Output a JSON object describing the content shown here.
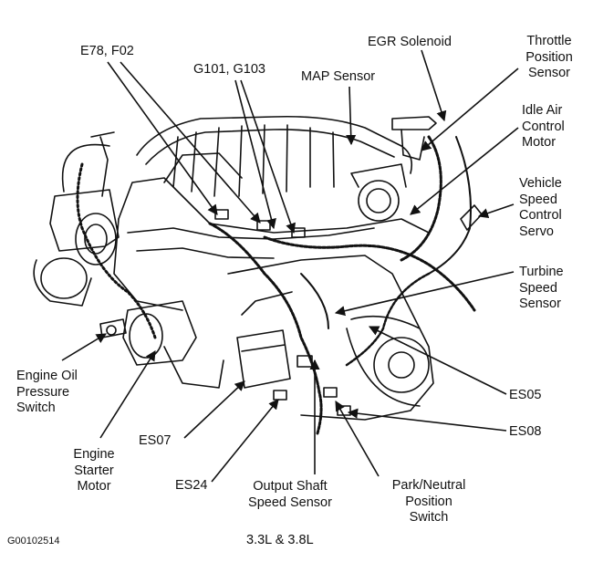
{
  "labels": {
    "e78_f02": "E78, F02",
    "g101_g103": "G101, G103",
    "map_sensor": "MAP Sensor",
    "egr_solenoid": "EGR Solenoid",
    "throttle_position_sensor": "Throttle\nPosition\nSensor",
    "idle_air_control_motor": "Idle Air\nControl\nMotor",
    "vehicle_speed_control_servo": "Vehicle\nSpeed\nControl\nServo",
    "turbine_speed_sensor": "Turbine\nSpeed\nSensor",
    "engine_oil_pressure_switch": "Engine Oil\nPressure\nSwitch",
    "engine_starter_motor": "Engine\nStarter\nMotor",
    "es07": "ES07",
    "es24": "ES24",
    "output_shaft_speed_sensor": "Output Shaft\nSpeed Sensor",
    "park_neutral_position_switch": "Park/Neutral\nPosition\nSwitch",
    "es05": "ES05",
    "es08": "ES08"
  },
  "footer": {
    "figure_id": "G00102514",
    "caption": "3.3L & 3.8L"
  },
  "colors": {
    "ink": "#111111",
    "paper": "#ffffff"
  }
}
